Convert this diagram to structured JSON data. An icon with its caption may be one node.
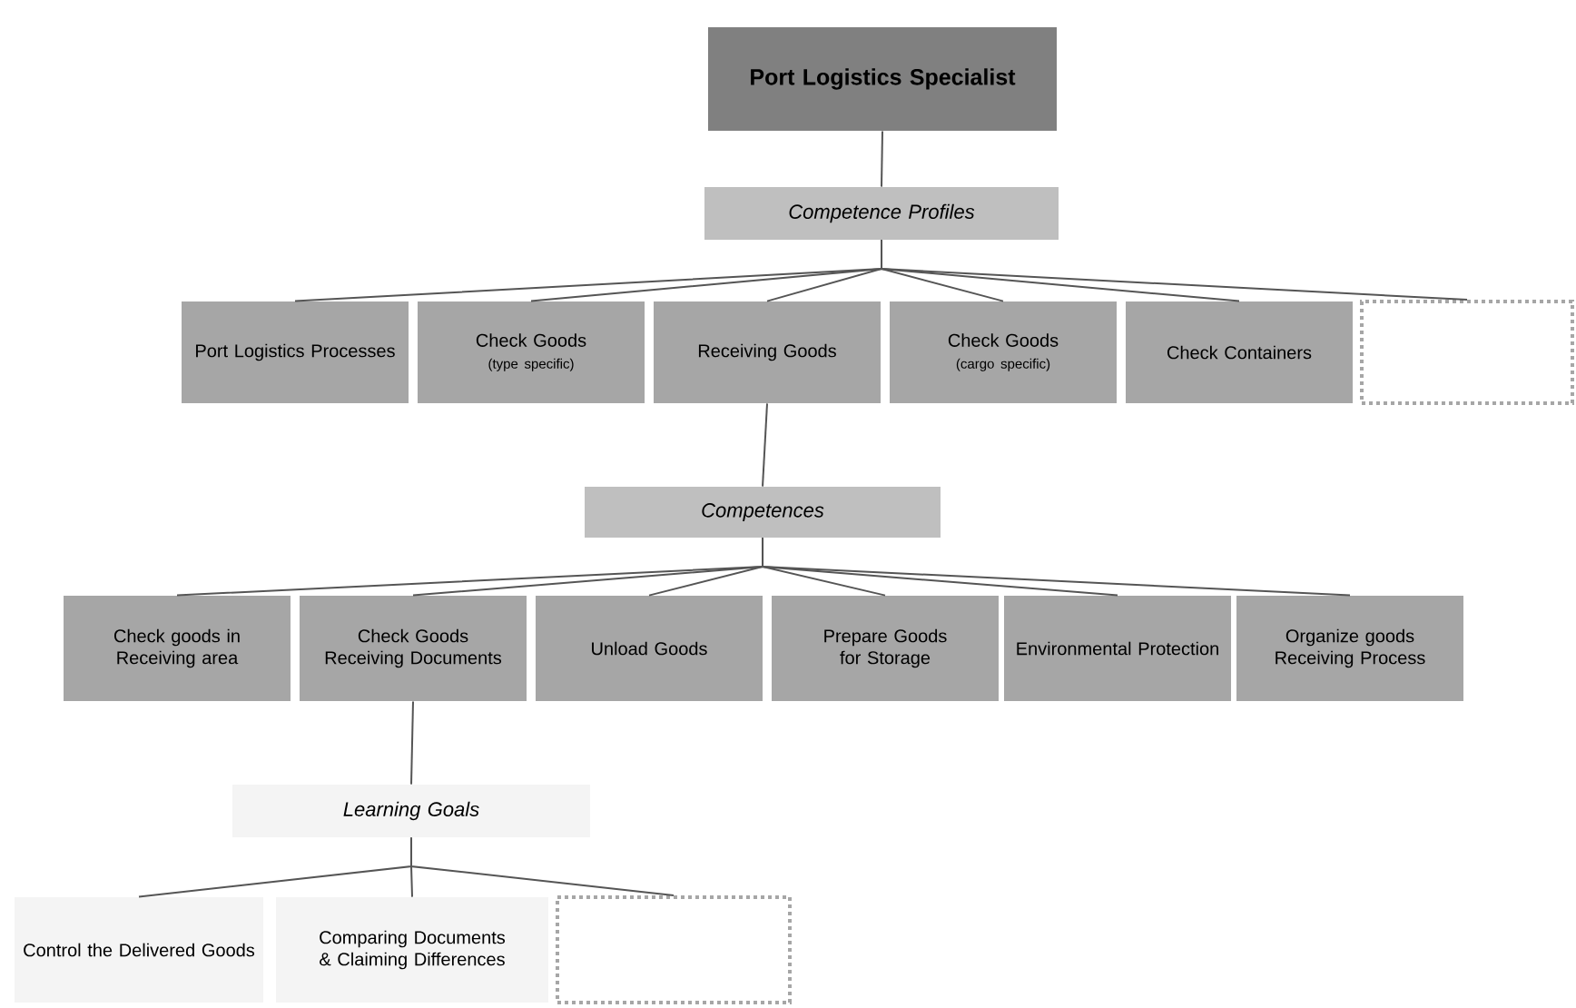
{
  "diagram": {
    "nodes": [
      {
        "text": [
          "Port Logistics Specialist"
        ]
      },
      {
        "text": [
          "Competence Profiles"
        ]
      },
      {
        "text": [
          "Port Logistics Processes"
        ]
      },
      {
        "text": [
          "Check Goods",
          "(type specific)"
        ]
      },
      {
        "text": [
          "Receiving Goods"
        ]
      },
      {
        "text": [
          "Check Goods",
          "(cargo specific)"
        ]
      },
      {
        "text": [
          "Check Containers"
        ]
      },
      {
        "text": [],
        "shape": "box"
      },
      {
        "text": [
          "Competences"
        ]
      },
      {
        "text": [
          "Check goods in Receiving area"
        ]
      },
      {
        "text": [
          "Check Goods Receiving Documents"
        ]
      },
      {
        "text": [
          "Unload Goods"
        ]
      },
      {
        "text": [
          "Prepare Goods for Storage"
        ]
      },
      {
        "text": [
          "Environmental Protection"
        ]
      },
      {
        "text": [
          "Organize goods Receiving Process"
        ]
      },
      {
        "text": [
          "Learning Goals"
        ]
      },
      {
        "text": [
          "Control the Delivered Goods"
        ]
      },
      {
        "text": [
          "Comparing Documents & Claiming Differences"
        ]
      },
      {
        "text": [],
        "shape": "box"
      }
    ],
    "edges": [
      {
        "from": 0,
        "to": 1,
        "arrow": "none"
      },
      {
        "from": 1,
        "to": 2,
        "arrow": "none"
      },
      {
        "from": 1,
        "to": 3,
        "arrow": "none"
      },
      {
        "from": 1,
        "to": 4,
        "arrow": "none"
      },
      {
        "from": 1,
        "to": 5,
        "arrow": "none"
      },
      {
        "from": 1,
        "to": 6,
        "arrow": "none"
      },
      {
        "from": 1,
        "to": 7,
        "arrow": "none"
      },
      {
        "from": 4,
        "to": 8,
        "arrow": "none"
      },
      {
        "from": 8,
        "to": 9,
        "arrow": "none"
      },
      {
        "from": 8,
        "to": 10,
        "arrow": "none"
      },
      {
        "from": 8,
        "to": 11,
        "arrow": "none"
      },
      {
        "from": 8,
        "to": 12,
        "arrow": "none"
      },
      {
        "from": 8,
        "to": 13,
        "arrow": "none"
      },
      {
        "from": 8,
        "to": 14,
        "arrow": "none"
      },
      {
        "from": 10,
        "to": 15,
        "arrow": "none"
      },
      {
        "from": 15,
        "to": 16,
        "arrow": "none"
      },
      {
        "from": 15,
        "to": 17,
        "arrow": "none"
      },
      {
        "from": 15,
        "to": 18,
        "arrow": "none"
      }
    ]
  }
}
